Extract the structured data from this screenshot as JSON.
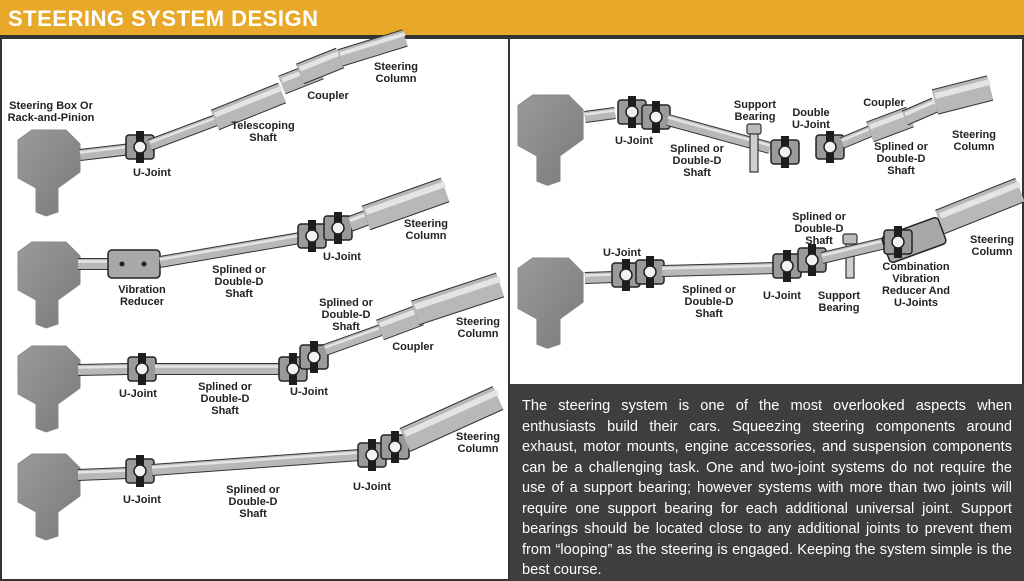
{
  "header": {
    "title": "STEERING SYSTEM DESIGN"
  },
  "info_text": "The steering system is one of the most overlooked aspects when enthusiasts build their cars. Squeezing steering components around exhaust, motor mounts, engine accessories, and suspension components can be a challenging task. One and two-joint systems do not require the use of a support bearing; however systems with more than two joints will require one support bearing for each additional universal joint. Support bearings should be located close to any additional joints to prevent them from “looping” as the steering is engaged. Keeping the system simple is the best course.",
  "diagrams": {
    "d1": {
      "steering_box": [
        "Steering Box Or",
        "Rack-and-Pinion"
      ],
      "u_joint": "U-Joint",
      "telescoping_shaft": [
        "Telescoping",
        "Shaft"
      ],
      "coupler": "Coupler",
      "steering_column": [
        "Steering",
        "Column"
      ]
    },
    "d2": {
      "vibration_reducer": [
        "Vibration",
        "Reducer"
      ],
      "shaft": [
        "Splined or",
        "Double-D",
        "Shaft"
      ],
      "u_joint": "U-Joint",
      "steering_column": [
        "Steering",
        "Column"
      ]
    },
    "d3": {
      "u_joint_left": "U-Joint",
      "shaft_lower": [
        "Splined or",
        "Double-D",
        "Shaft"
      ],
      "u_joint_right": "U-Joint",
      "shaft_upper": [
        "Splined or",
        "Double-D",
        "Shaft"
      ],
      "coupler": "Coupler",
      "steering_column": [
        "Steering",
        "Column"
      ]
    },
    "d4": {
      "u_joint_left": "U-Joint",
      "shaft": [
        "Splined or",
        "Double-D",
        "Shaft"
      ],
      "u_joint_right": "U-Joint",
      "steering_column": [
        "Steering",
        "Column"
      ]
    },
    "d5": {
      "u_joint": "U-Joint",
      "shaft": [
        "Splined or",
        "Double-D",
        "Shaft"
      ],
      "support_bearing": [
        "Support",
        "Bearing"
      ],
      "double_u_joint": [
        "Double",
        "U-Joint"
      ],
      "coupler": "Coupler",
      "shaft_upper": [
        "Splined or",
        "Double-D",
        "Shaft"
      ],
      "steering_column": [
        "Steering",
        "Column"
      ]
    },
    "d6": {
      "u_joint_left": "U-Joint",
      "shaft_lower": [
        "Splined or",
        "Double-D",
        "Shaft"
      ],
      "u_joint_mid": "U-Joint",
      "shaft_upper": [
        "Splined or",
        "Double-D",
        "Shaft"
      ],
      "support_bearing": [
        "Support",
        "Bearing"
      ],
      "combination": [
        "Combination",
        "Vibration",
        "Reducer And",
        "U-Joints"
      ],
      "steering_column": [
        "Steering",
        "Column"
      ]
    }
  }
}
